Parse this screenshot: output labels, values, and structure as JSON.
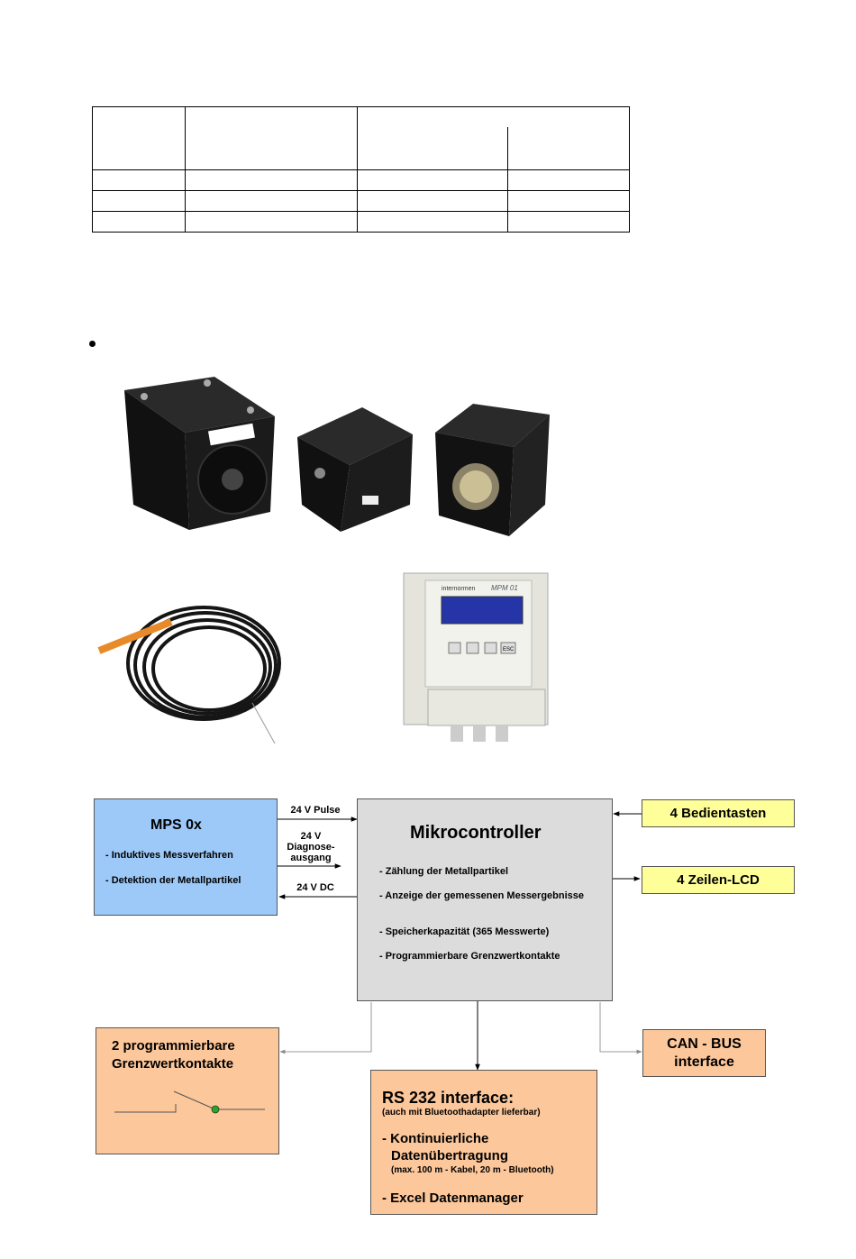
{
  "diagram": {
    "sensor": {
      "title": "MPS 0x",
      "items": [
        "- Induktives Messverfahren",
        "- Detektion der Metallpartikel"
      ]
    },
    "signals": {
      "pulse": "24 V Pulse",
      "diag_line1": "24 V",
      "diag_line2": "Diagnose-",
      "diag_line3": "ausgang",
      "dc": "24 V DC"
    },
    "controller": {
      "title": "Mikrocontroller",
      "items": [
        "- Zählung der Metallpartikel",
        "- Anzeige der gemessenen Messergebnisse",
        "- Speicherkapazität (365 Messwerte)",
        "- Programmierbare Grenzwertkontakte"
      ]
    },
    "keys": "4 Bedientasten",
    "lcd": "4 Zeilen-LCD",
    "limits": {
      "line1": "2 programmierbare",
      "line2": "Grenzwertkontakte"
    },
    "rs232": {
      "title": "RS 232 interface:",
      "subtitle": "(auch mit Bluetoothadapter lieferbar)",
      "item1_line1": "- Kontinuierliche",
      "item1_line2": "Datenübertragung",
      "item1_note": "(max. 100 m - Kabel,  20 m  - Bluetooth)",
      "item2": "- Excel Datenmanager"
    },
    "can": {
      "line1": "CAN - BUS",
      "line2": "interface"
    }
  },
  "photo": {
    "brand": "internormen",
    "model": "MPM 01",
    "esc": "ESC"
  }
}
